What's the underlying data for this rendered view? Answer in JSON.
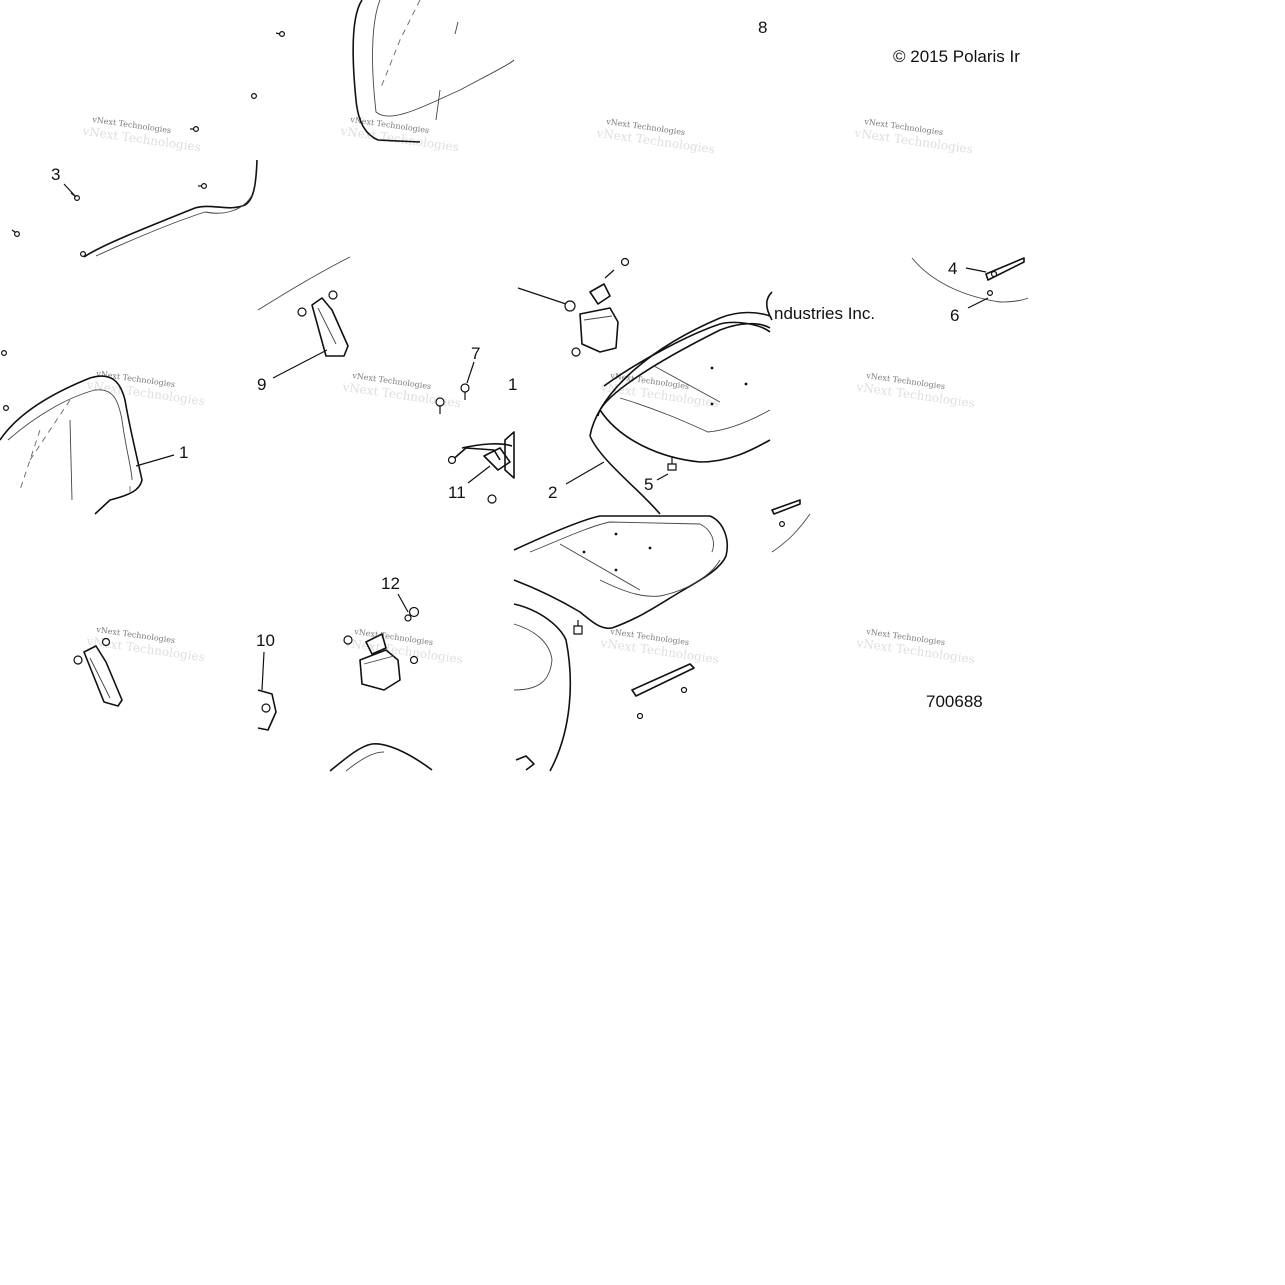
{
  "diagram": {
    "callouts": [
      {
        "id": "callout-1",
        "text": "1"
      },
      {
        "id": "callout-2",
        "text": "2"
      },
      {
        "id": "callout-3",
        "text": "3"
      },
      {
        "id": "callout-4",
        "text": "4"
      },
      {
        "id": "callout-5",
        "text": "5"
      },
      {
        "id": "callout-6",
        "text": "6"
      },
      {
        "id": "callout-7",
        "text": "7"
      },
      {
        "id": "callout-8",
        "text": "8"
      },
      {
        "id": "callout-9",
        "text": "9"
      },
      {
        "id": "callout-10",
        "text": "10"
      },
      {
        "id": "callout-11",
        "text": "11"
      },
      {
        "id": "callout-12",
        "text": "12"
      },
      {
        "id": "callout-partial",
        "text": "1"
      }
    ],
    "copyright_left": "© 2015 Polaris Ir",
    "copyright_right": "ndustries Inc.",
    "drawing_number": "700688",
    "watermark": "vNext Technologies"
  }
}
